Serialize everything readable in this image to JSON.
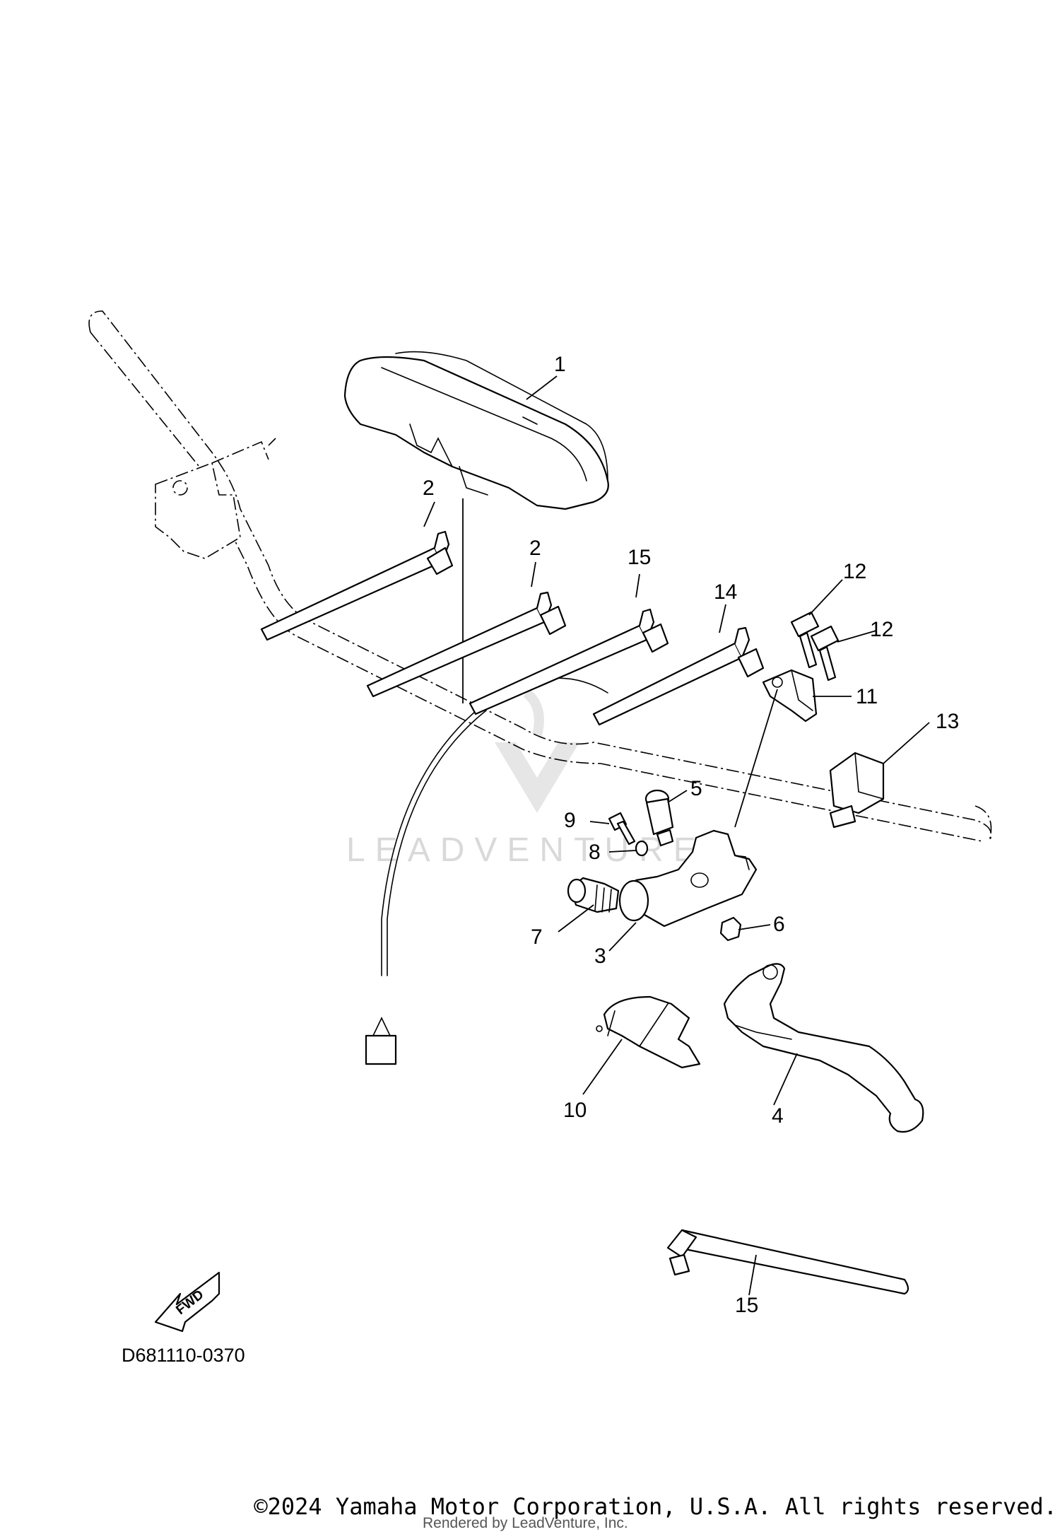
{
  "diagram": {
    "reference_code": "D681110-0370",
    "fwd_label": "FWD",
    "watermark": "LEADVENTURE",
    "callouts": [
      {
        "id": "c1",
        "text": "1"
      },
      {
        "id": "c2a",
        "text": "2"
      },
      {
        "id": "c2b",
        "text": "2"
      },
      {
        "id": "c15a",
        "text": "15"
      },
      {
        "id": "c14",
        "text": "14"
      },
      {
        "id": "c12a",
        "text": "12"
      },
      {
        "id": "c12b",
        "text": "12"
      },
      {
        "id": "c11",
        "text": "11"
      },
      {
        "id": "c13",
        "text": "13"
      },
      {
        "id": "c5",
        "text": "5"
      },
      {
        "id": "c9",
        "text": "9"
      },
      {
        "id": "c8",
        "text": "8"
      },
      {
        "id": "c6",
        "text": "6"
      },
      {
        "id": "c7",
        "text": "7"
      },
      {
        "id": "c3",
        "text": "3"
      },
      {
        "id": "c10",
        "text": "10"
      },
      {
        "id": "c4",
        "text": "4"
      },
      {
        "id": "c15b",
        "text": "15"
      }
    ]
  },
  "footer": {
    "copyright": "©2024 Yamaha Motor Corporation, U.S.A. All rights reserved.",
    "rendered_by": "Rendered by LeadVenture, Inc."
  }
}
